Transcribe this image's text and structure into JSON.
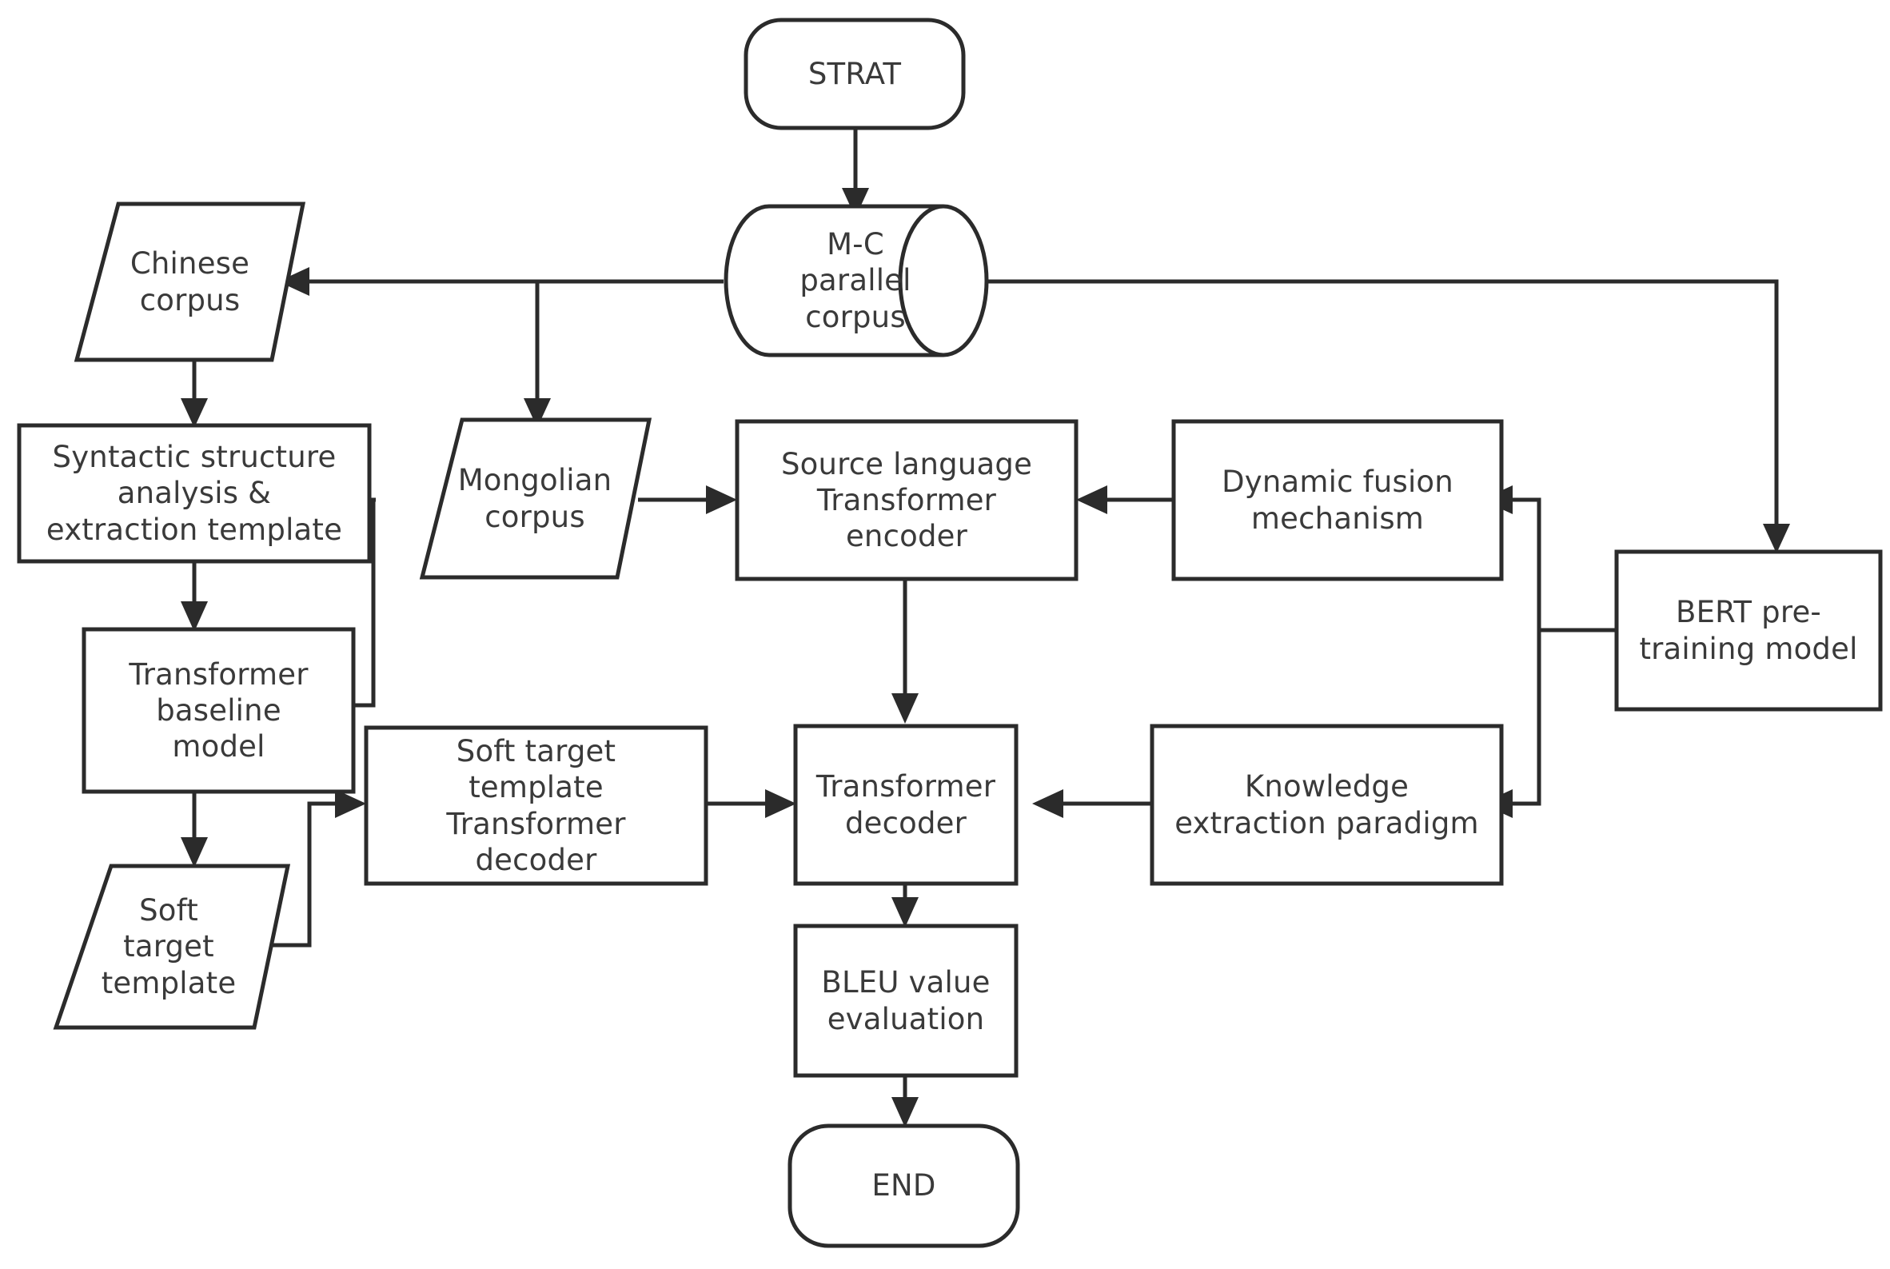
{
  "diagram": {
    "title": "Mongolian-Chinese neural machine translation flowchart",
    "background_color": "#ffffff",
    "stroke_color": "#2b2b2b",
    "text_color": "#3a3a3a",
    "nodes": [
      {
        "id": "start",
        "shape": "terminator",
        "label": "STRAT"
      },
      {
        "id": "mc_corpus",
        "shape": "cylinder",
        "label": "M-C\nparallel corpus"
      },
      {
        "id": "zh_corpus",
        "shape": "parallelogram",
        "label": "Chinese\ncorpus"
      },
      {
        "id": "mn_corpus",
        "shape": "parallelogram",
        "label": "Mongolian\ncorpus"
      },
      {
        "id": "syntactic",
        "shape": "process",
        "label": "Syntactic structure\nanalysis &\nextraction template"
      },
      {
        "id": "baseline",
        "shape": "process",
        "label": "Transformer\nbaseline\nmodel"
      },
      {
        "id": "soft_tpl",
        "shape": "parallelogram",
        "label": "Soft\ntarget\ntemplate"
      },
      {
        "id": "soft_dec",
        "shape": "process",
        "label": "Soft target\ntemplate\nTransformer\ndecoder"
      },
      {
        "id": "src_enc",
        "shape": "process",
        "label": "Source language\nTransformer\nencoder"
      },
      {
        "id": "dyn_fusion",
        "shape": "process",
        "label": "Dynamic fusion\nmechanism"
      },
      {
        "id": "bert",
        "shape": "process",
        "label": "BERT pre-\ntraining model"
      },
      {
        "id": "decoder",
        "shape": "process",
        "label": "Transformer\ndecoder"
      },
      {
        "id": "knowledge",
        "shape": "process",
        "label": "Knowledge\nextraction paradigm"
      },
      {
        "id": "bleu",
        "shape": "process",
        "label": "BLEU value\nevaluation"
      },
      {
        "id": "end",
        "shape": "terminator",
        "label": "END"
      }
    ],
    "edges": [
      {
        "from": "start",
        "to": "mc_corpus",
        "arrow": true
      },
      {
        "from": "mc_corpus",
        "to": "zh_corpus",
        "arrow": true
      },
      {
        "from": "mc_corpus",
        "to": "mn_corpus",
        "arrow": true
      },
      {
        "from": "mc_corpus",
        "to": "bert",
        "arrow": true
      },
      {
        "from": "zh_corpus",
        "to": "syntactic",
        "arrow": true
      },
      {
        "from": "syntactic",
        "to": "baseline",
        "arrow": true
      },
      {
        "from": "mn_corpus",
        "to": "baseline",
        "arrow": true
      },
      {
        "from": "mn_corpus",
        "to": "src_enc",
        "arrow": true
      },
      {
        "from": "baseline",
        "to": "soft_tpl",
        "arrow": true
      },
      {
        "from": "soft_tpl",
        "to": "soft_dec",
        "arrow": true
      },
      {
        "from": "soft_dec",
        "to": "decoder",
        "arrow": true
      },
      {
        "from": "src_enc",
        "to": "decoder",
        "arrow": true
      },
      {
        "from": "dyn_fusion",
        "to": "src_enc",
        "arrow": true
      },
      {
        "from": "bert",
        "to": "dyn_fusion",
        "arrow": true
      },
      {
        "from": "bert",
        "to": "knowledge",
        "arrow": true
      },
      {
        "from": "knowledge",
        "to": "decoder",
        "arrow": true
      },
      {
        "from": "decoder",
        "to": "bleu",
        "arrow": true
      },
      {
        "from": "bleu",
        "to": "end",
        "arrow": true
      }
    ]
  }
}
